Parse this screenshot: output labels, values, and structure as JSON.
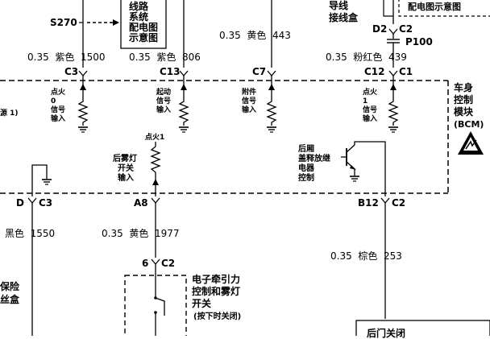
{
  "wires": {
    "w1": {
      "gauge": "0.35",
      "color": "紫色",
      "circuit": "1500"
    },
    "w2": {
      "gauge": "0.35",
      "color": "紫色",
      "circuit": "806"
    },
    "w3": {
      "gauge": "0.35",
      "color": "黄色",
      "circuit": "443"
    },
    "w4": {
      "gauge": "0.35",
      "color": "粉红色",
      "circuit": "439"
    },
    "w5": {
      "gauge": "",
      "color": "黑色",
      "circuit": "1550"
    },
    "w6": {
      "gauge": "0.35",
      "color": "黄色",
      "circuit": "1977"
    },
    "w7": {
      "gauge": "0.35",
      "color": "棕色",
      "circuit": "253"
    }
  },
  "connectors": {
    "s270": "S270",
    "c3_top": "C3",
    "c13": "C13",
    "c7": "C7",
    "c12": "C12",
    "c1": "C1",
    "d2": "D2",
    "c2_top": "C2",
    "p100": "P100",
    "d": "D",
    "c3_bot": "C3",
    "a8": "A8",
    "b12": "B12",
    "c2_bot": "C2",
    "pin6": "6",
    "c2_switch": "C2"
  },
  "boxes": {
    "wiring_ref": [
      "线路",
      "系统",
      "配电图",
      "示意图"
    ],
    "harness": [
      "导线",
      "接线盒"
    ],
    "top_right_ref": "配电图示意图",
    "bcm": [
      "车身",
      "控制",
      "模块",
      "(BCM)"
    ],
    "fuse_block": [
      "保险",
      "丝盒"
    ],
    "left_cut": "源 1)",
    "switch": [
      "电子牵引力",
      "控制和雾灯",
      "开关"
    ],
    "switch_note": "(按下时关闭)",
    "bottom_right_cut": "后门关闭"
  },
  "inputs": {
    "ign0": {
      "pin": "0",
      "lines": [
        "点火",
        "信号",
        "输入"
      ]
    },
    "crank": {
      "lines": [
        "起动",
        "信号",
        "输入"
      ]
    },
    "acc": {
      "lines": [
        "附件",
        "信号",
        "输入"
      ]
    },
    "ign1": {
      "pin": "1",
      "lines": [
        "点火",
        "信号",
        "输入"
      ]
    },
    "ign1_small": "点火1",
    "rear_fog": [
      "后雾灯",
      "开关",
      "输入"
    ],
    "trunk": [
      "后厢",
      "盖释放继",
      "电器",
      "控制"
    ]
  }
}
